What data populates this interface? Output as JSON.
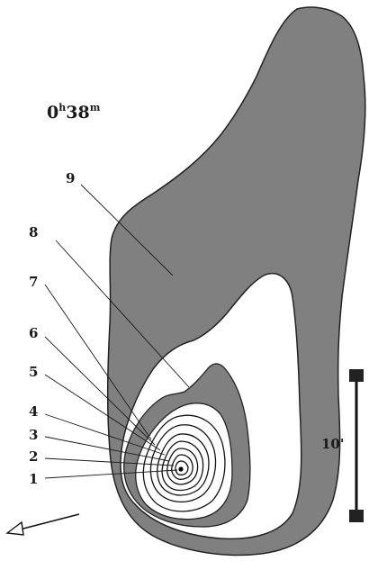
{
  "time_label": {
    "hours": "0",
    "hours_unit": "h",
    "minutes": "38",
    "minutes_unit": "m"
  },
  "scale_bar": {
    "label": "10'"
  },
  "contour_labels": [
    "1",
    "2",
    "3",
    "4",
    "5",
    "6",
    "7",
    "8",
    "9"
  ],
  "colors": {
    "outer_tail_fill": "#808080",
    "inner_shell_fill": "#808080",
    "background": "#ffffff",
    "ink": "#111111"
  },
  "icons": {
    "direction_arrow": "arrow-left-down-icon",
    "scale_bar": "scale-bar-icon",
    "nucleus": "nucleus-dot-icon"
  }
}
